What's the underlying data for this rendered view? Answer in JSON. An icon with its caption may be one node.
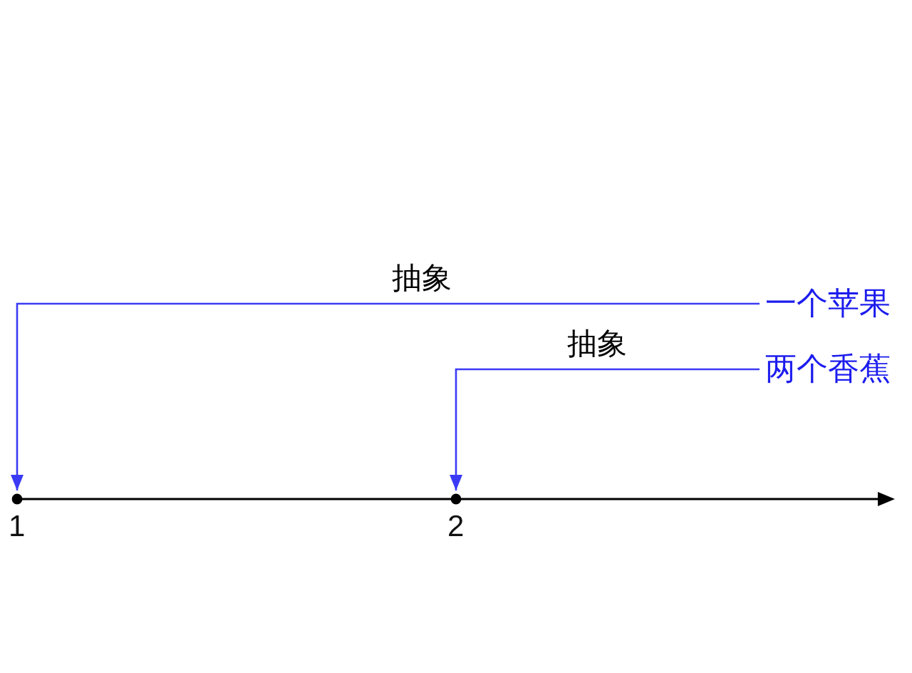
{
  "diagram": {
    "nodes": [
      {
        "text": [
          "一个苹果"
        ]
      },
      {
        "text": [
          "两个香蕉"
        ]
      },
      {
        "text": [],
        "shape": "circle",
        "beside": [
          "1"
        ]
      },
      {
        "text": [],
        "shape": "circle",
        "beside": [
          "2"
        ]
      }
    ],
    "edges": [
      {
        "from": 0,
        "to": 2,
        "arrow": "to",
        "label": "抽象"
      },
      {
        "from": 1,
        "to": 3,
        "arrow": "to",
        "label": "抽象"
      }
    ]
  }
}
